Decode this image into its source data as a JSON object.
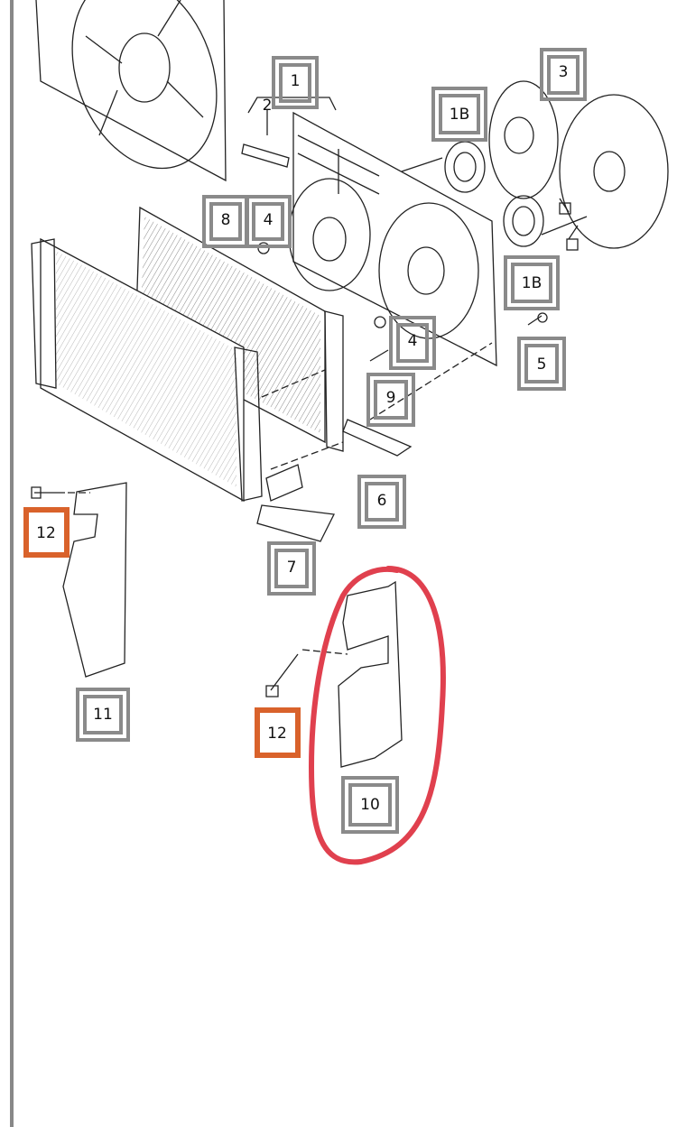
{
  "labels": {
    "p1": "1",
    "p2": "2",
    "p3": "3",
    "p1b_top": "1B",
    "p1b_bottom": "1B",
    "p8": "8",
    "p4_top": "4",
    "p4_mid": "4",
    "p5": "5",
    "p9": "9",
    "p6": "6",
    "p7": "7",
    "p12_left": "12",
    "p11": "11",
    "p12_mid": "12",
    "p10": "10"
  },
  "colors": {
    "box_gray": "#8a8a8a",
    "highlight_orange": "#d9622b",
    "annotation_red": "#e0404e"
  }
}
